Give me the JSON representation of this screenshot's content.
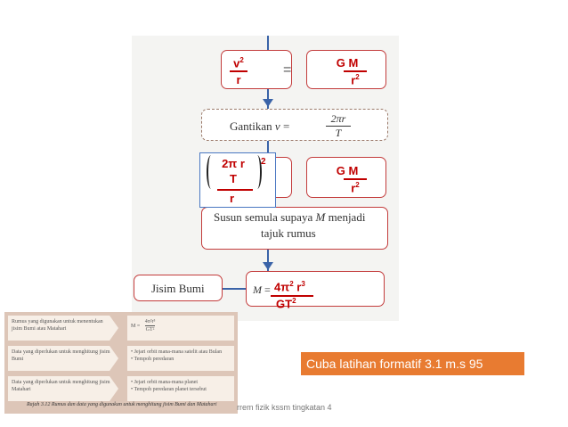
{
  "step1": {
    "left_num": "v",
    "left_num_exp": "2",
    "left_den": "r",
    "equals": "=",
    "right_num": "G M",
    "right_den": "r",
    "right_den_exp": "2"
  },
  "step2": {
    "text": "Gantikan",
    "var": "v",
    "equals": "=",
    "num": "2πr",
    "den": "T"
  },
  "step3": {
    "paren_num": "2π r",
    "paren_den": "T",
    "power": "2",
    "outer_den": "r",
    "right_num": "G M",
    "right_den": "r",
    "right_den_exp": "2"
  },
  "step4": {
    "line1_pre": "Susun semula supaya",
    "line1_var": "M",
    "line1_post": "menjadi",
    "line2": "tajuk rumus"
  },
  "step5": {
    "label": "Jisim Bumi",
    "var": "M",
    "equals": "=",
    "num_a": "4π",
    "num_a_exp": "2",
    "num_b": " r",
    "num_b_exp": "3",
    "den": "GT",
    "den_exp": "2"
  },
  "table": {
    "rows": [
      {
        "left": "Rumus yang digunakan untuk menentukan jisim Bumi atau Matahari",
        "right_pre": "M =",
        "right_num": "4π²r³",
        "right_den": "GT²"
      },
      {
        "left": "Data yang diperlukan untuk menghitung jisim Bumi",
        "right_items": [
          "Jejari orbit mana-mana satelit atau Bulan",
          "Tempoh peredaran"
        ]
      },
      {
        "left": "Data yang diperlukan untuk menghitung jisim Matahari",
        "right_items": [
          "Jejari orbit mana-mana planet",
          "Tempoh peredaran planet tersebut"
        ]
      }
    ],
    "caption": "Rajah 3.12 Rumus dan data yang digunakan untuk menghitung jisim Bumi dan Matahari"
  },
  "callout": "Cuba latihan formatif 3.1 m.s 95",
  "footer": "rrem fizik kssm tingkatan 4",
  "colors": {
    "accent_red": "#c00000",
    "callout_orange": "#e87b31",
    "connector_blue": "#3a63a8"
  }
}
